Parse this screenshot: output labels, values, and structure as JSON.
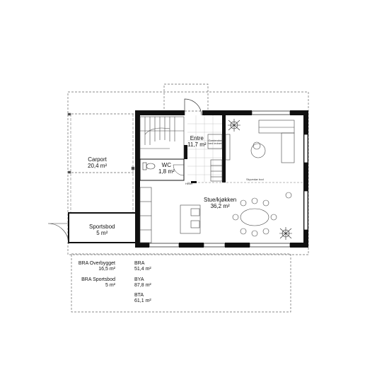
{
  "rooms": {
    "carport": {
      "name": "Carport",
      "area": "20,4 m²"
    },
    "entre": {
      "name": "Entre",
      "area": "11,7 m²"
    },
    "wc": {
      "name": "WC",
      "area": "1,8 m²"
    },
    "stue": {
      "name": "Stue/kjøkken",
      "area": "36,2 m²"
    },
    "sportsbod": {
      "name": "Sportsbod",
      "area": "5 m²"
    }
  },
  "annotations": {
    "garderobe": "Garderobe med lednert",
    "skyvedor": "Skyvedør bod",
    "heller": "Heller"
  },
  "summary": {
    "bra_overbygget": {
      "label": "BRA Overbygget",
      "value": "16,5 m²"
    },
    "bra_sportsbod": {
      "label": "BRA Sportsbod",
      "value": "5 m²"
    },
    "bra": {
      "label": "BRA",
      "value": "51,4 m²"
    },
    "bya": {
      "label": "BYA",
      "value": "87,8 m²"
    },
    "bta": {
      "label": "BTA",
      "value": "61,1 m²"
    }
  },
  "colors": {
    "wall": "#111111",
    "line": "#444444",
    "dash": "#666666",
    "background": "#ffffff"
  }
}
